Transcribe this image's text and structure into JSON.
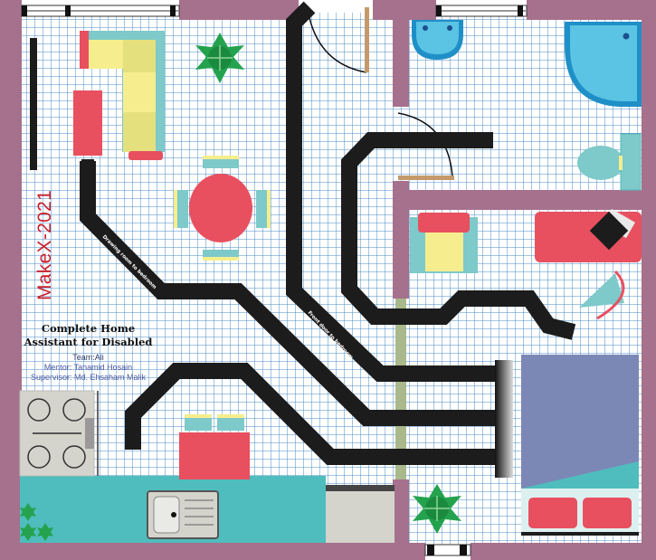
{
  "brand": "MakeX-2021",
  "project": {
    "title_line1": "Complete Home",
    "title_line2": "Assistant for Disabled",
    "team": "Team:Ali",
    "mentor": "Mentor: Tahamid Hosain",
    "supervisor": "Supervisor: Md. Ehsaham Malik"
  },
  "paths": {
    "drawing_to_bedroom": "Drawing room to bedroom",
    "front_door_to_bedroom": "Front door to bedroom"
  },
  "colors": {
    "wall": "#a6718d",
    "grid": "#4a8bc8",
    "track": "#1c1c1c",
    "teal": "#4fbdbd",
    "red": "#e8505f",
    "yellow": "#f6ee8e",
    "plant": "#24a24e",
    "bed": "#7b88b6"
  }
}
